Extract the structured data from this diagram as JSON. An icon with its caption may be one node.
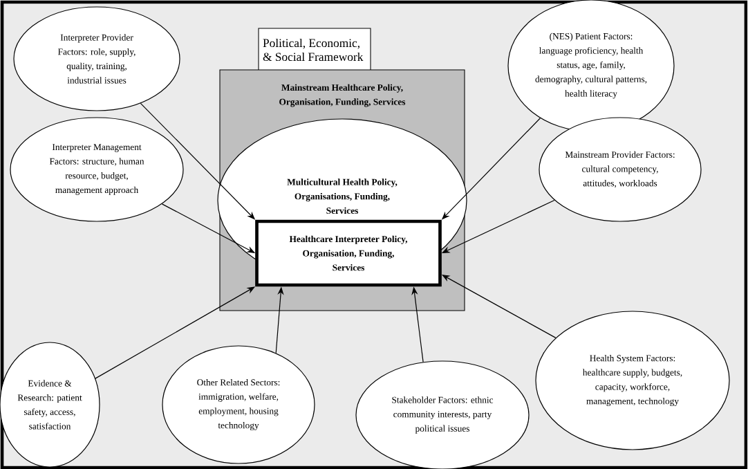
{
  "diagram": {
    "nodes": [
      {
        "text": [
          "Interpreter Provider Factors: role, supply, quality, training, industrial issues"
        ]
      },
      {
        "text": [
          "Political, Economic, & Social Framework"
        ]
      },
      {
        "text": [
          "(NES) Patient Factors: language proficiency, health status, age, family, demography, cultural patterns, health literacy"
        ]
      },
      {
        "text": [
          "Mainstream Healthcare Policy, Organisation, Funding, Services"
        ]
      },
      {
        "text": [
          "Multicultural Health Policy, Organisations, Funding, Services"
        ],
        "in": 3
      },
      {
        "text": [
          "Healthcare Interpreter Policy, Organisation, Funding, Services"
        ],
        "in": 4
      },
      {
        "text": [
          "Interpreter Management Factors: structure, human resource, budget, management approach"
        ]
      },
      {
        "text": [
          "Mainstream Provider Factors: cultural competency, attitudes, workloads"
        ]
      },
      {
        "text": [
          "Evidence & Research: patient safety, access, satisfaction"
        ]
      },
      {
        "text": [
          "Other Related Sectors: immigration, welfare, employment, housing technology"
        ]
      },
      {
        "text": [
          "Stakeholder Factors: ethnic community interests, party political issues"
        ]
      },
      {
        "text": [
          "Health System Factors: healthcare supply, budgets, capacity, workforce, management, technology"
        ]
      }
    ],
    "edges": [
      {
        "from": 0,
        "to": 5,
        "arrow": "to"
      },
      {
        "from": 2,
        "to": 5,
        "arrow": "to"
      },
      {
        "from": 6,
        "to": 5,
        "arrow": "to"
      },
      {
        "from": 7,
        "to": 5,
        "arrow": "to"
      },
      {
        "from": 8,
        "to": 5,
        "arrow": "to"
      },
      {
        "from": 9,
        "to": 5,
        "arrow": "to"
      },
      {
        "from": 10,
        "to": 5,
        "arrow": "to"
      },
      {
        "from": 11,
        "to": 5,
        "arrow": "to"
      }
    ]
  }
}
